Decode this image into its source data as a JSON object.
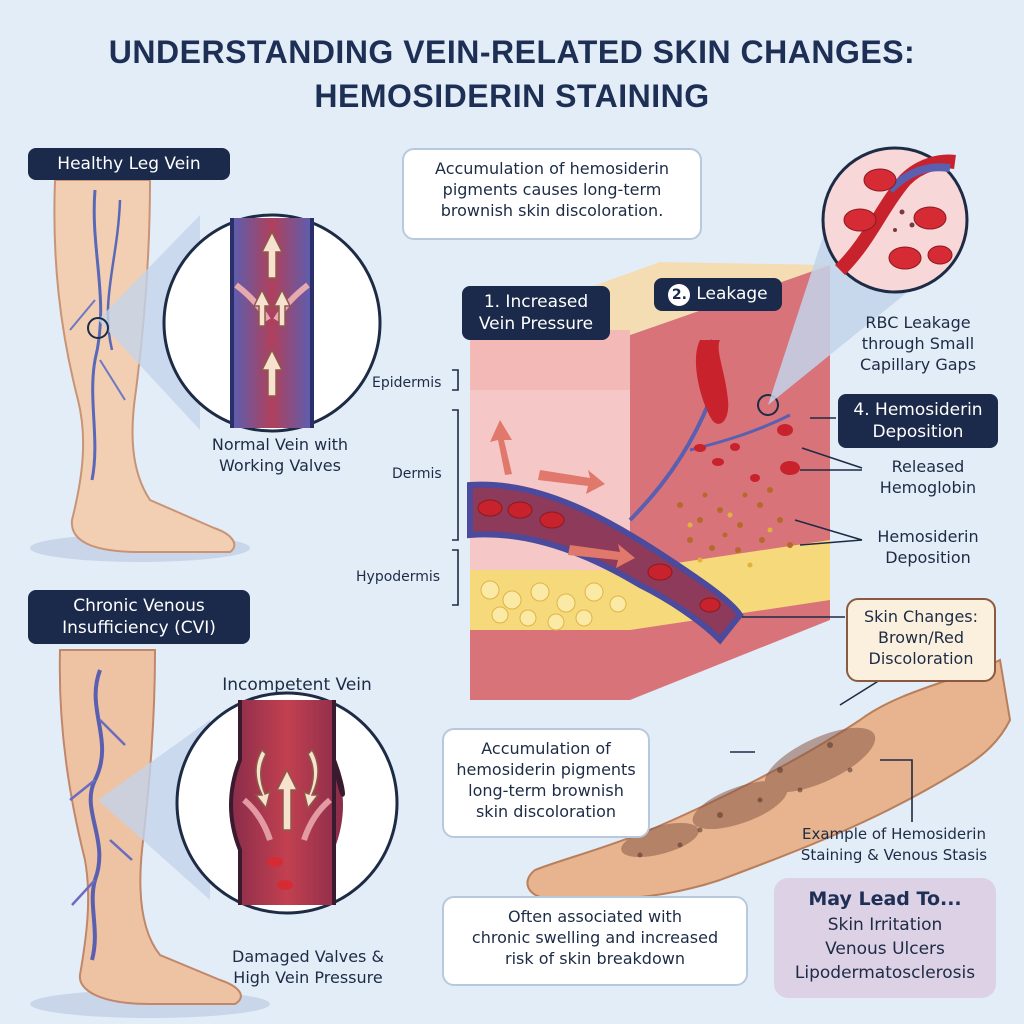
{
  "title": {
    "line1": "UNDERSTANDING VEIN-RELATED SKIN CHANGES:",
    "line2": "HEMOSIDERIN STAINING"
  },
  "healthy": {
    "tag": "Healthy Leg Vein",
    "caption": "Normal Vein with\nWorking Valves"
  },
  "cvi": {
    "tag": "Chronic Venous\nInsufficiency (CVI)",
    "heading": "Incompetent Vein",
    "caption": "Damaged Valves &\nHigh Vein Pressure"
  },
  "callout_top": "Accumulation of hemosiderin\npigments causes long-term\nbrownish skin discoloration.",
  "steps": {
    "step1": "1. Increased\nVein Pressure",
    "step2_num": "2.",
    "step2_text": "Leakage",
    "step4": "4. Hemosiderin\nDeposition"
  },
  "layers": {
    "epidermis": "Epidermis",
    "dermis": "Dermis",
    "hypodermis": "Hypodermis"
  },
  "labels": {
    "rbc": "RBC Leakage\nthrough Small\nCapillary Gaps",
    "hemoglobin": "Released\nHemoglobin",
    "deposition": "Hemosiderin\nDeposition",
    "skin_changes": "Skin Changes:\nBrown/Red\nDiscoloration",
    "example": "Example of Hemosiderin\nStaining & Venous Stasis"
  },
  "notes": {
    "accumulation": "Accumulation of\nhemosiderin pigments\nlong-term brownish\nskin discoloration",
    "swelling": "Often associated with\nchronic swelling and increased\nrisk of skin breakdown"
  },
  "may_lead": {
    "heading": "May Lead To...",
    "items": [
      "Skin Irritation",
      "Venous Ulcers",
      "Lipodermatosclerosis"
    ]
  },
  "colors": {
    "navy": "#1b2a4a",
    "skin": "#f2cfb2",
    "vein_blue": "#5a64b0",
    "blood_red": "#c8232c",
    "hemosiderin": "#b56a2a"
  }
}
